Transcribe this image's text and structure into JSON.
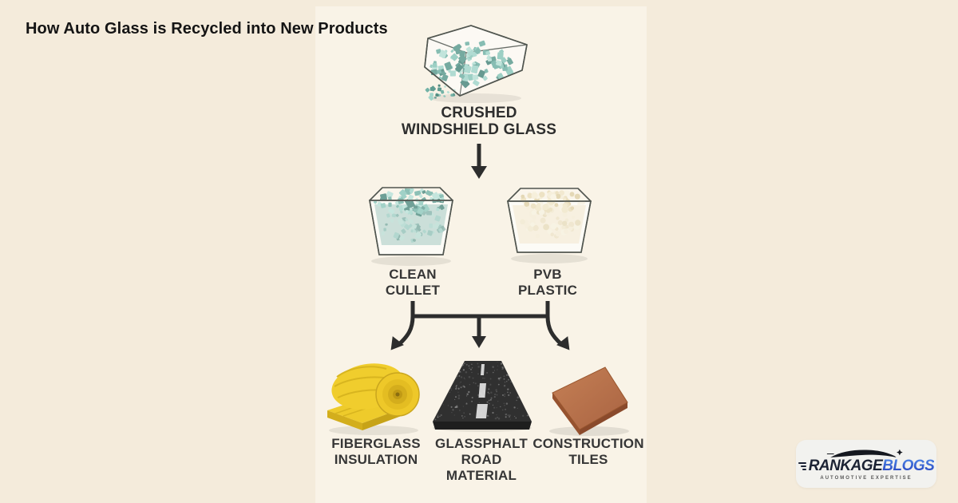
{
  "title": "How Auto Glass is Recycled into New Products",
  "diagram": {
    "source": {
      "lines": [
        "CRUSHED",
        "WINDSHIELD GLASS"
      ]
    },
    "intermediates": [
      {
        "name": "clean-cullet",
        "lines": [
          "CLEAN",
          "CULLET"
        ]
      },
      {
        "name": "pvb-plastic",
        "lines": [
          "PVB",
          "PLASTIC"
        ]
      }
    ],
    "products": [
      {
        "name": "fiberglass-insulation",
        "lines": [
          "FIBERGLASS",
          "INSULATION"
        ]
      },
      {
        "name": "glassphalt-road-material",
        "lines": [
          "GLASSPHALT",
          "ROAD",
          "MATERIAL"
        ]
      },
      {
        "name": "construction-tiles",
        "lines": [
          "CONSTRUCTION",
          "TILES"
        ]
      }
    ]
  },
  "logo": {
    "brand_primary": "RANKAGE",
    "brand_secondary": "BLOGS",
    "tagline": "AUTOMOTIVE EXPERTISE"
  },
  "colors": {
    "background": "#f4ebdb",
    "panel": "#f9f3e7",
    "text": "#363636",
    "arrow": "#2d2d2d",
    "cullet_teal": "#74b0a5",
    "pvb_cream": "#eee2c2",
    "fiberglass_yellow": "#f0cd2d",
    "asphalt_dark": "#303030",
    "tile_terracotta": "#b5714a",
    "logo_blue": "#2d55cc",
    "logo_dark": "#1b2233"
  }
}
